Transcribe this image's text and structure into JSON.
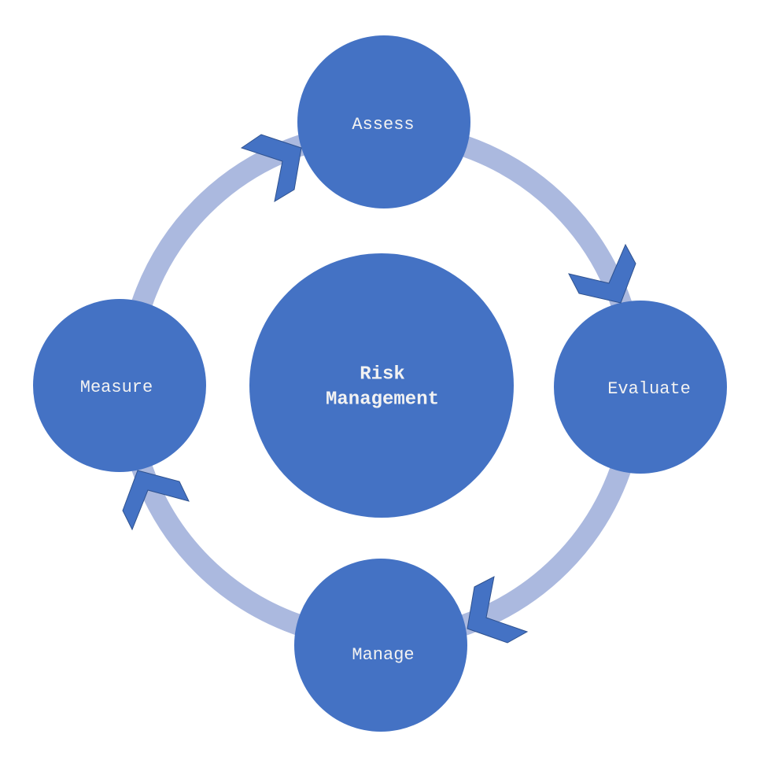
{
  "diagram": {
    "type": "cycle",
    "center": {
      "label_lines": [
        "Risk",
        "Management"
      ]
    },
    "nodes": [
      {
        "id": "assess",
        "label": "Assess"
      },
      {
        "id": "evaluate",
        "label": "Evaluate"
      },
      {
        "id": "manage",
        "label": "Manage"
      },
      {
        "id": "measure",
        "label": "Measure"
      }
    ],
    "flow": [
      "Assess",
      "Evaluate",
      "Manage",
      "Measure",
      "Assess"
    ],
    "direction": "clockwise"
  },
  "colors": {
    "node_fill": "#4472C4",
    "ring": "#ABB9DF",
    "arrow_fill": "#4472C4",
    "arrow_stroke": "#2F528F",
    "text": "#F2F2F2",
    "background": "#FFFFFF"
  }
}
